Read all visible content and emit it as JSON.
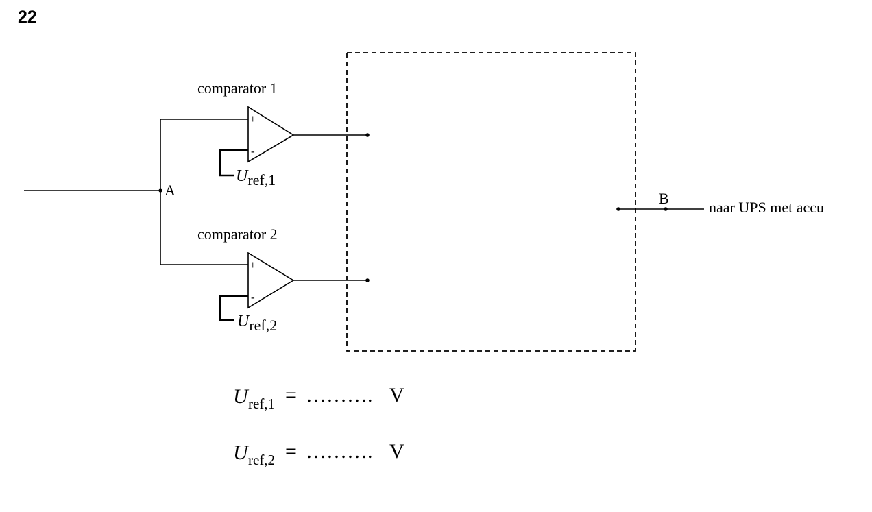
{
  "question_number": "22",
  "node_a": "A",
  "node_b": "B",
  "output_label": "naar UPS met accu",
  "comparators": [
    {
      "label": "comparator 1",
      "plus": "+",
      "minus": "-",
      "ref_symbol": "U",
      "ref_subscript": "ref,1"
    },
    {
      "label": "comparator 2",
      "plus": "+",
      "minus": "-",
      "ref_symbol": "U",
      "ref_subscript": "ref,2"
    }
  ],
  "answers": [
    {
      "symbol": "U",
      "subscript": "ref,1",
      "equals": "=",
      "blank": "……….",
      "unit": "V"
    },
    {
      "symbol": "U",
      "subscript": "ref,2",
      "equals": "=",
      "blank": "……….",
      "unit": "V"
    }
  ]
}
